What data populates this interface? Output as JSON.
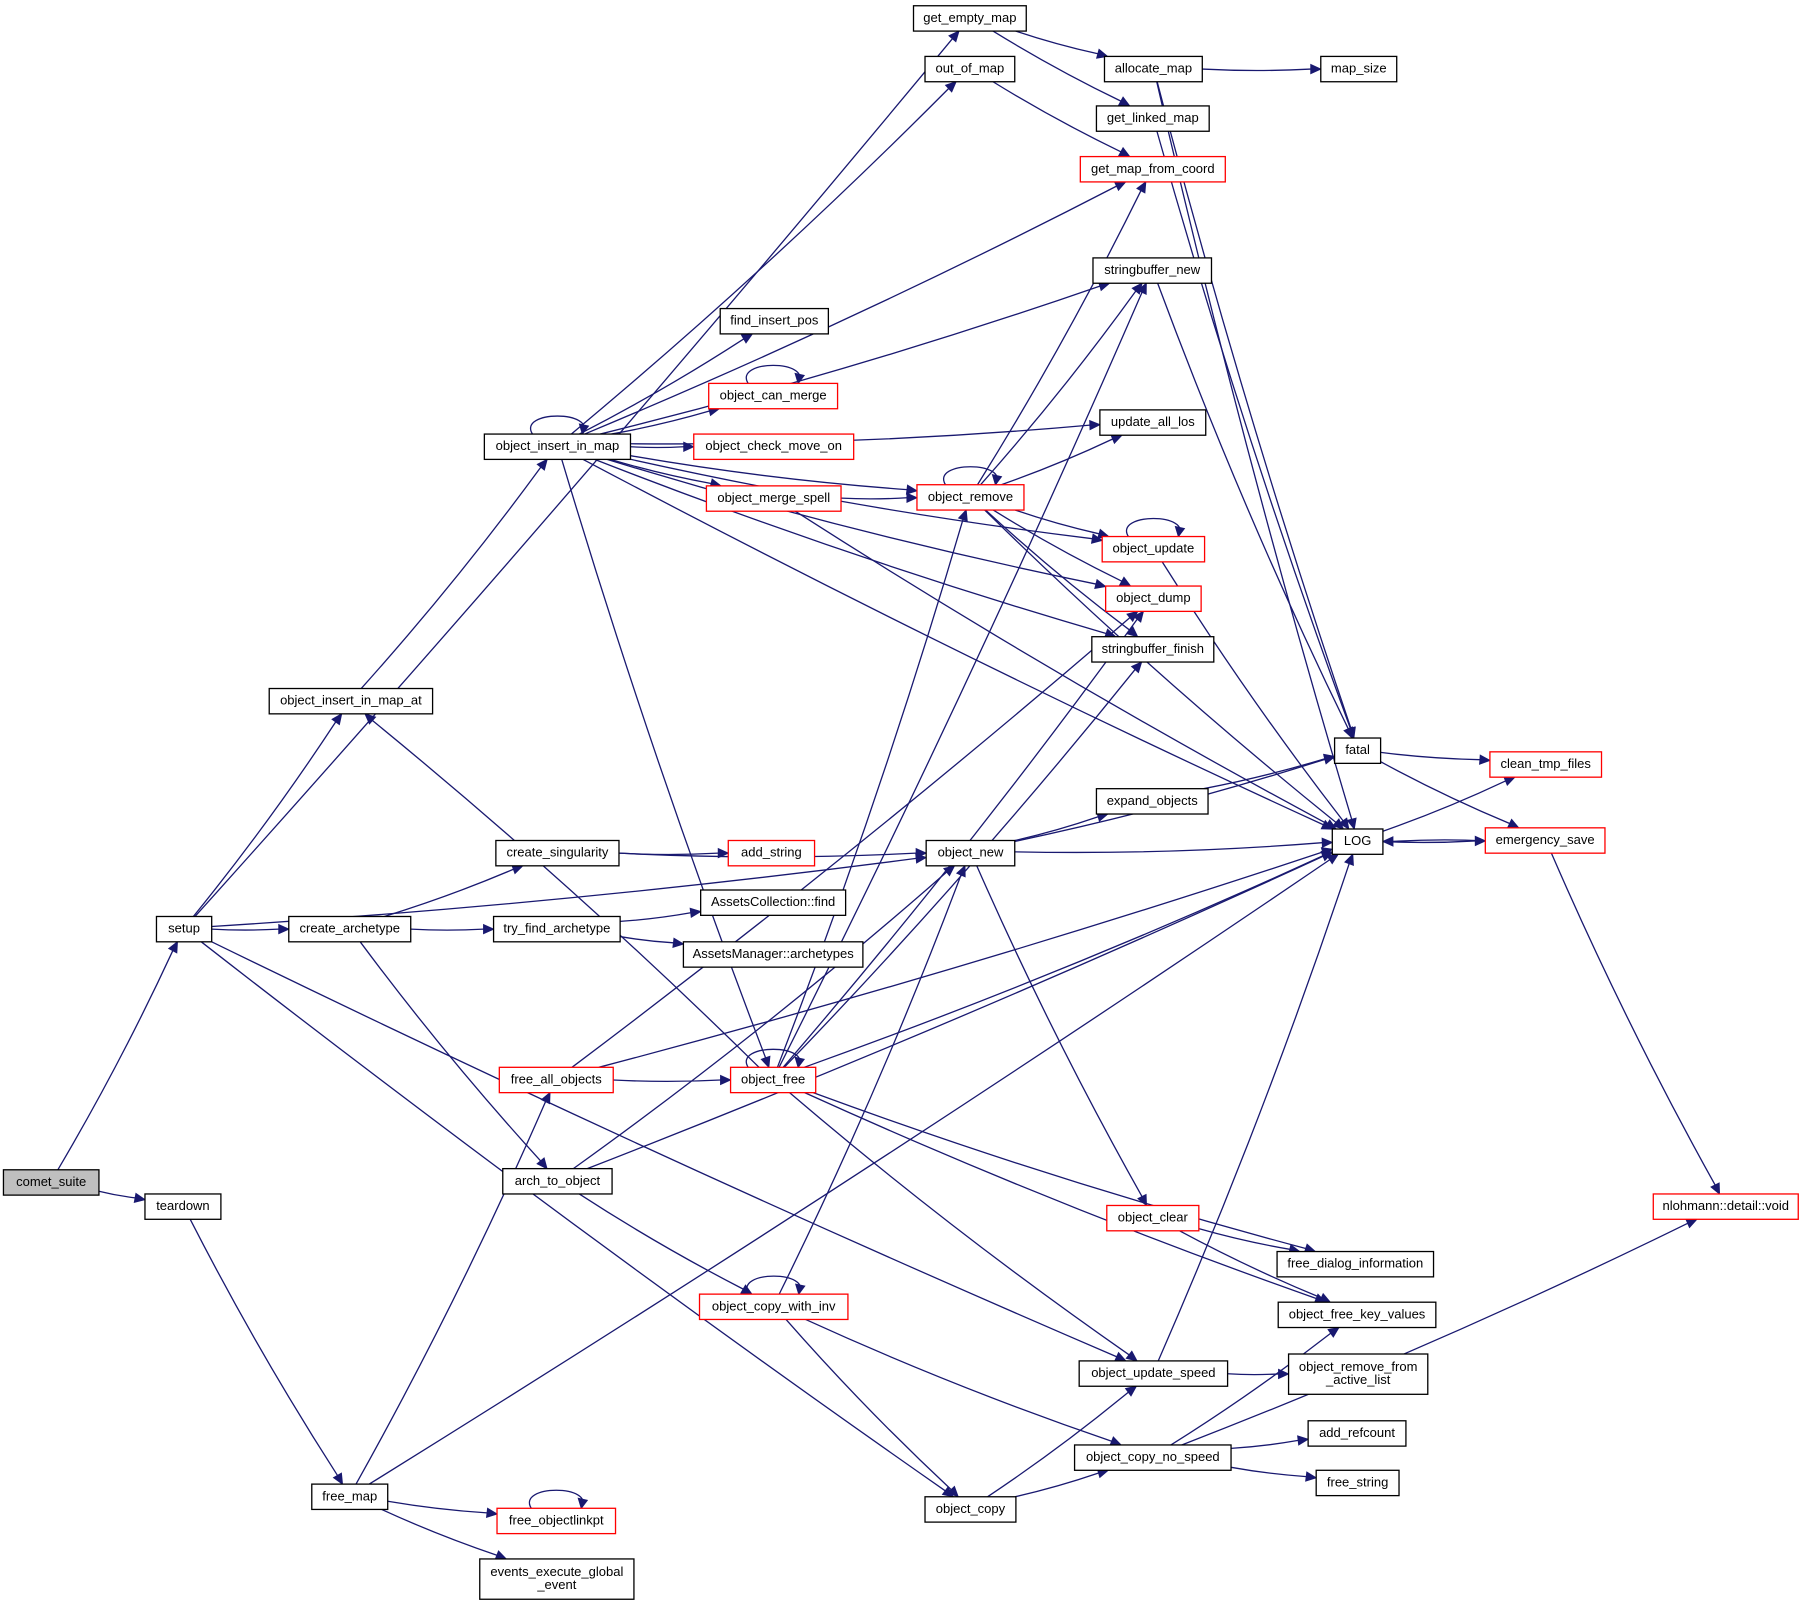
{
  "diagram": {
    "colors": {
      "edge": "#191970",
      "node_border": "#000000",
      "node_border_highlight": "#ff0000",
      "root_fill": "#bfbfbf",
      "node_fill": "#ffffff"
    },
    "nodes": [
      {
        "id": "comet_suite",
        "lines": [
          "comet_suite"
        ],
        "style": "root"
      },
      {
        "id": "setup",
        "lines": [
          "setup"
        ],
        "style": "normal"
      },
      {
        "id": "teardown",
        "lines": [
          "teardown"
        ],
        "style": "normal"
      },
      {
        "id": "get_empty_map",
        "lines": [
          "get_empty_map"
        ],
        "style": "normal"
      },
      {
        "id": "out_of_map",
        "lines": [
          "out_of_map"
        ],
        "style": "normal"
      },
      {
        "id": "allocate_map",
        "lines": [
          "allocate_map"
        ],
        "style": "normal"
      },
      {
        "id": "map_size",
        "lines": [
          "map_size"
        ],
        "style": "normal"
      },
      {
        "id": "get_linked_map",
        "lines": [
          "get_linked_map"
        ],
        "style": "normal"
      },
      {
        "id": "get_map_from_coord",
        "lines": [
          "get_map_from_coord"
        ],
        "style": "red"
      },
      {
        "id": "stringbuffer_new",
        "lines": [
          "stringbuffer_new"
        ],
        "style": "normal"
      },
      {
        "id": "find_insert_pos",
        "lines": [
          "find_insert_pos"
        ],
        "style": "normal"
      },
      {
        "id": "object_can_merge",
        "lines": [
          "object_can_merge"
        ],
        "style": "red"
      },
      {
        "id": "object_insert_in_map",
        "lines": [
          "object_insert_in_map"
        ],
        "style": "normal"
      },
      {
        "id": "object_check_move_on",
        "lines": [
          "object_check_move_on"
        ],
        "style": "red"
      },
      {
        "id": "update_all_los",
        "lines": [
          "update_all_los"
        ],
        "style": "normal"
      },
      {
        "id": "object_merge_spell",
        "lines": [
          "object_merge_spell"
        ],
        "style": "red"
      },
      {
        "id": "object_remove",
        "lines": [
          "object_remove"
        ],
        "style": "red"
      },
      {
        "id": "object_update",
        "lines": [
          "object_update"
        ],
        "style": "red"
      },
      {
        "id": "object_dump",
        "lines": [
          "object_dump"
        ],
        "style": "red"
      },
      {
        "id": "stringbuffer_finish",
        "lines": [
          "stringbuffer_finish"
        ],
        "style": "normal"
      },
      {
        "id": "object_insert_in_map_at",
        "lines": [
          "object_insert_in_map_at"
        ],
        "style": "normal"
      },
      {
        "id": "fatal",
        "lines": [
          "fatal"
        ],
        "style": "normal"
      },
      {
        "id": "clean_tmp_files",
        "lines": [
          "clean_tmp_files"
        ],
        "style": "red"
      },
      {
        "id": "expand_objects",
        "lines": [
          "expand_objects"
        ],
        "style": "normal"
      },
      {
        "id": "LOG",
        "lines": [
          "LOG"
        ],
        "style": "normal"
      },
      {
        "id": "emergency_save",
        "lines": [
          "emergency_save"
        ],
        "style": "red"
      },
      {
        "id": "create_singularity",
        "lines": [
          "create_singularity"
        ],
        "style": "normal"
      },
      {
        "id": "add_string",
        "lines": [
          "add_string"
        ],
        "style": "red"
      },
      {
        "id": "object_new",
        "lines": [
          "object_new"
        ],
        "style": "normal"
      },
      {
        "id": "create_archetype",
        "lines": [
          "create_archetype"
        ],
        "style": "normal"
      },
      {
        "id": "try_find_archetype",
        "lines": [
          "try_find_archetype"
        ],
        "style": "normal"
      },
      {
        "id": "AssetsCollection_find",
        "lines": [
          "AssetsCollection::find"
        ],
        "style": "normal"
      },
      {
        "id": "AssetsManager_archetypes",
        "lines": [
          "AssetsManager::archetypes"
        ],
        "style": "normal"
      },
      {
        "id": "free_all_objects",
        "lines": [
          "free_all_objects"
        ],
        "style": "red"
      },
      {
        "id": "object_free",
        "lines": [
          "object_free"
        ],
        "style": "red"
      },
      {
        "id": "arch_to_object",
        "lines": [
          "arch_to_object"
        ],
        "style": "normal"
      },
      {
        "id": "nlohmann_void",
        "lines": [
          "nlohmann::detail::void"
        ],
        "style": "red"
      },
      {
        "id": "object_clear",
        "lines": [
          "object_clear"
        ],
        "style": "red"
      },
      {
        "id": "free_dialog_information",
        "lines": [
          "free_dialog_information"
        ],
        "style": "normal"
      },
      {
        "id": "object_copy_with_inv",
        "lines": [
          "object_copy_with_inv"
        ],
        "style": "red"
      },
      {
        "id": "object_free_key_values",
        "lines": [
          "object_free_key_values"
        ],
        "style": "normal"
      },
      {
        "id": "object_update_speed",
        "lines": [
          "object_update_speed"
        ],
        "style": "normal"
      },
      {
        "id": "object_remove_from_active_list",
        "lines": [
          "object_remove_from",
          "_active_list"
        ],
        "style": "normal"
      },
      {
        "id": "add_refcount",
        "lines": [
          "add_refcount"
        ],
        "style": "normal"
      },
      {
        "id": "object_copy_no_speed",
        "lines": [
          "object_copy_no_speed"
        ],
        "style": "normal"
      },
      {
        "id": "free_string",
        "lines": [
          "free_string"
        ],
        "style": "normal"
      },
      {
        "id": "free_map",
        "lines": [
          "free_map"
        ],
        "style": "normal"
      },
      {
        "id": "free_objectlinkpt",
        "lines": [
          "free_objectlinkpt"
        ],
        "style": "red"
      },
      {
        "id": "object_copy",
        "lines": [
          "object_copy"
        ],
        "style": "normal"
      },
      {
        "id": "events_execute_global_event",
        "lines": [
          "events_execute_global",
          "_event"
        ],
        "style": "normal"
      }
    ],
    "edges": [
      {
        "from": "comet_suite",
        "to": "setup"
      },
      {
        "from": "comet_suite",
        "to": "teardown"
      },
      {
        "from": "setup",
        "to": "get_empty_map"
      },
      {
        "from": "setup",
        "to": "object_insert_in_map_at"
      },
      {
        "from": "setup",
        "to": "object_new"
      },
      {
        "from": "setup",
        "to": "create_archetype"
      },
      {
        "from": "setup",
        "to": "object_update_speed"
      },
      {
        "from": "setup",
        "to": "object_copy"
      },
      {
        "from": "teardown",
        "to": "free_map"
      },
      {
        "from": "get_empty_map",
        "to": "allocate_map"
      },
      {
        "from": "get_empty_map",
        "to": "get_linked_map"
      },
      {
        "from": "allocate_map",
        "to": "map_size"
      },
      {
        "from": "allocate_map",
        "to": "fatal"
      },
      {
        "from": "allocate_map",
        "to": "LOG"
      },
      {
        "from": "get_linked_map",
        "to": "fatal"
      },
      {
        "from": "out_of_map",
        "to": "get_map_from_coord"
      },
      {
        "from": "stringbuffer_new",
        "to": "fatal"
      },
      {
        "from": "object_insert_in_map",
        "to": "object_insert_in_map",
        "self": true
      },
      {
        "from": "object_insert_in_map",
        "to": "get_map_from_coord"
      },
      {
        "from": "object_insert_in_map",
        "to": "out_of_map"
      },
      {
        "from": "object_insert_in_map",
        "to": "stringbuffer_new"
      },
      {
        "from": "object_insert_in_map",
        "to": "find_insert_pos"
      },
      {
        "from": "object_insert_in_map",
        "to": "object_can_merge"
      },
      {
        "from": "object_insert_in_map",
        "to": "object_check_move_on"
      },
      {
        "from": "object_insert_in_map",
        "to": "update_all_los"
      },
      {
        "from": "object_insert_in_map",
        "to": "object_merge_spell"
      },
      {
        "from": "object_insert_in_map",
        "to": "object_remove"
      },
      {
        "from": "object_insert_in_map",
        "to": "object_update"
      },
      {
        "from": "object_insert_in_map",
        "to": "object_dump"
      },
      {
        "from": "object_insert_in_map",
        "to": "stringbuffer_finish"
      },
      {
        "from": "object_insert_in_map",
        "to": "LOG"
      },
      {
        "from": "object_insert_in_map",
        "to": "object_free"
      },
      {
        "from": "object_can_merge",
        "to": "object_can_merge",
        "self": true
      },
      {
        "from": "object_merge_spell",
        "to": "object_remove"
      },
      {
        "from": "object_merge_spell",
        "to": "LOG"
      },
      {
        "from": "object_remove",
        "to": "object_remove",
        "self": true
      },
      {
        "from": "object_remove",
        "to": "get_map_from_coord"
      },
      {
        "from": "object_remove",
        "to": "stringbuffer_new"
      },
      {
        "from": "object_remove",
        "to": "update_all_los"
      },
      {
        "from": "object_remove",
        "to": "LOG"
      },
      {
        "from": "object_remove",
        "to": "object_update"
      },
      {
        "from": "object_remove",
        "to": "object_dump"
      },
      {
        "from": "object_remove",
        "to": "stringbuffer_finish"
      },
      {
        "from": "object_update",
        "to": "object_update",
        "self": true
      },
      {
        "from": "object_update",
        "to": "LOG"
      },
      {
        "from": "object_insert_in_map_at",
        "to": "object_insert_in_map"
      },
      {
        "from": "fatal",
        "to": "clean_tmp_files"
      },
      {
        "from": "fatal",
        "to": "emergency_save"
      },
      {
        "from": "expand_objects",
        "to": "fatal"
      },
      {
        "from": "LOG",
        "to": "clean_tmp_files"
      },
      {
        "from": "LOG",
        "to": "emergency_save"
      },
      {
        "from": "emergency_save",
        "to": "LOG"
      },
      {
        "from": "emergency_save",
        "to": "nlohmann_void"
      },
      {
        "from": "create_singularity",
        "to": "add_string"
      },
      {
        "from": "create_singularity",
        "to": "object_new"
      },
      {
        "from": "object_new",
        "to": "fatal"
      },
      {
        "from": "object_new",
        "to": "expand_objects"
      },
      {
        "from": "object_new",
        "to": "LOG"
      },
      {
        "from": "object_new",
        "to": "object_clear"
      },
      {
        "from": "create_archetype",
        "to": "create_singularity"
      },
      {
        "from": "create_archetype",
        "to": "try_find_archetype"
      },
      {
        "from": "create_archetype",
        "to": "arch_to_object"
      },
      {
        "from": "try_find_archetype",
        "to": "AssetsCollection_find"
      },
      {
        "from": "try_find_archetype",
        "to": "AssetsManager_archetypes"
      },
      {
        "from": "free_all_objects",
        "to": "object_free"
      },
      {
        "from": "free_all_objects",
        "to": "LOG"
      },
      {
        "from": "free_all_objects",
        "to": "object_dump"
      },
      {
        "from": "object_free",
        "to": "object_free",
        "self": true
      },
      {
        "from": "object_free",
        "to": "object_insert_in_map_at"
      },
      {
        "from": "object_free",
        "to": "object_remove"
      },
      {
        "from": "object_free",
        "to": "stringbuffer_new"
      },
      {
        "from": "object_free",
        "to": "object_dump"
      },
      {
        "from": "object_free",
        "to": "stringbuffer_finish"
      },
      {
        "from": "object_free",
        "to": "LOG"
      },
      {
        "from": "object_free",
        "to": "free_dialog_information"
      },
      {
        "from": "object_free",
        "to": "object_free_key_values"
      },
      {
        "from": "object_free",
        "to": "object_update_speed"
      },
      {
        "from": "arch_to_object",
        "to": "object_new"
      },
      {
        "from": "arch_to_object",
        "to": "LOG"
      },
      {
        "from": "arch_to_object",
        "to": "object_copy_with_inv"
      },
      {
        "from": "object_clear",
        "to": "free_dialog_information"
      },
      {
        "from": "object_clear",
        "to": "object_free_key_values"
      },
      {
        "from": "object_copy_with_inv",
        "to": "object_copy_with_inv",
        "self": true
      },
      {
        "from": "object_copy_with_inv",
        "to": "object_new"
      },
      {
        "from": "object_copy_with_inv",
        "to": "object_copy"
      },
      {
        "from": "object_copy_with_inv",
        "to": "object_copy_no_speed"
      },
      {
        "from": "object_update_speed",
        "to": "LOG"
      },
      {
        "from": "object_update_speed",
        "to": "object_remove_from_active_list"
      },
      {
        "from": "object_copy_no_speed",
        "to": "add_refcount"
      },
      {
        "from": "object_copy_no_speed",
        "to": "free_string"
      },
      {
        "from": "object_copy_no_speed",
        "to": "object_free_key_values"
      },
      {
        "from": "object_copy_no_speed",
        "to": "nlohmann_void"
      },
      {
        "from": "free_map",
        "to": "LOG"
      },
      {
        "from": "free_map",
        "to": "free_all_objects"
      },
      {
        "from": "free_map",
        "to": "free_objectlinkpt"
      },
      {
        "from": "free_map",
        "to": "events_execute_global_event"
      },
      {
        "from": "free_objectlinkpt",
        "to": "free_objectlinkpt",
        "self": true
      },
      {
        "from": "object_copy",
        "to": "object_update_speed"
      },
      {
        "from": "object_copy",
        "to": "object_copy_no_speed"
      }
    ]
  }
}
